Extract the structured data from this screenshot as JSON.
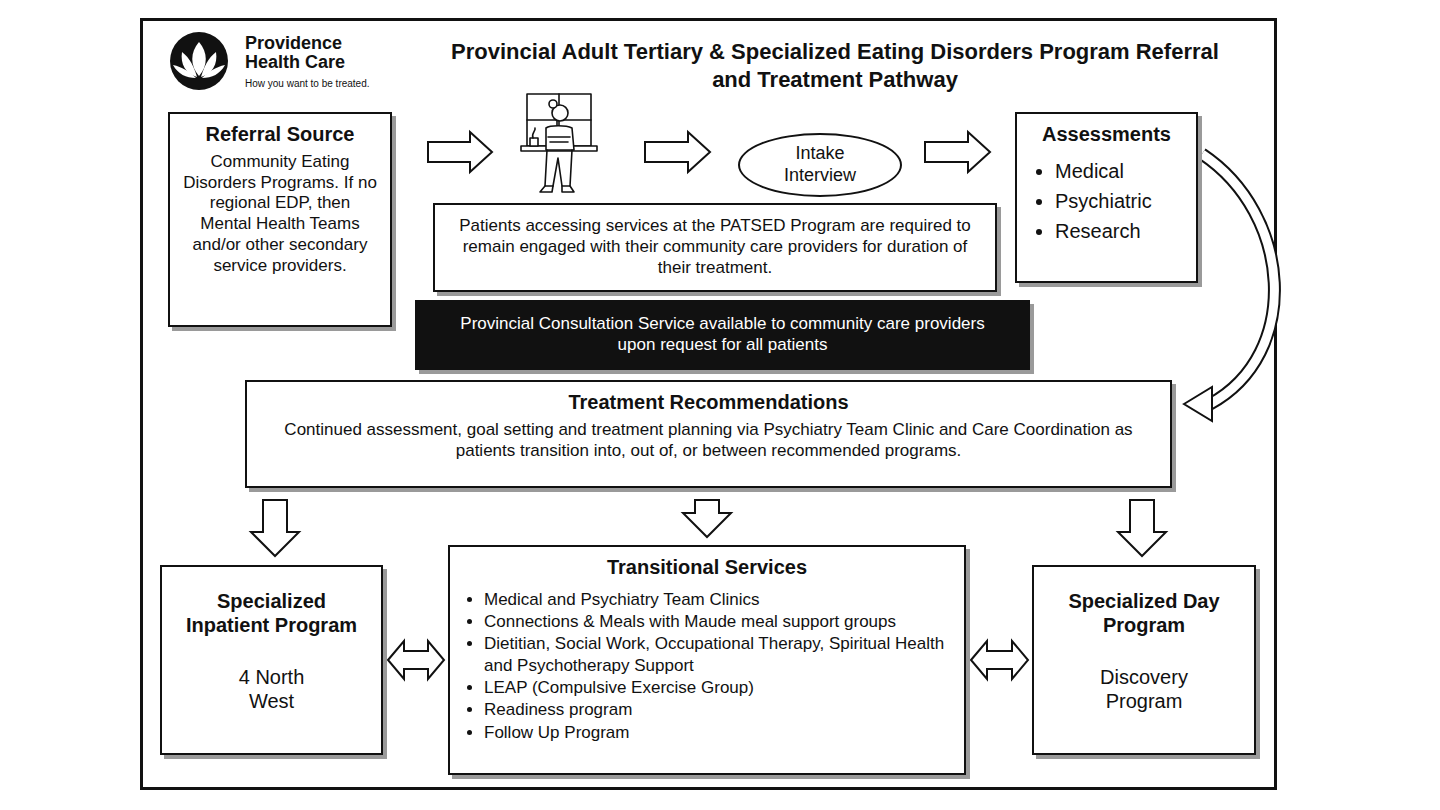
{
  "diagram": {
    "title": "Provincial Adult Tertiary & Specialized Eating Disorders Program Referral and Treatment Pathway",
    "nodes": [
      {
        "text": [
          "Referral Source",
          "Community Eating Disorders Programs. If no regional EDP, then Mental Health Teams and/or other secondary service providers."
        ]
      },
      {
        "text": [
          "Intake Interview"
        ]
      },
      {
        "text": [
          "Assessments",
          "Medical",
          "Psychiatric",
          "Research"
        ]
      },
      {
        "text": [
          "Patients accessing services at the PATSED Program are required to remain engaged with their community care providers for duration of their treatment."
        ]
      },
      {
        "text": [
          "Provincial Consultation Service available to community care providers upon request for all patients"
        ]
      },
      {
        "text": [
          "Treatment Recommendations",
          "Continued assessment, goal setting and treatment planning via Psychiatry Team Clinic and Care Coordination as patients transition into, out of, or between recommended programs."
        ]
      },
      {
        "text": [
          "Specialized Inpatient Program",
          "4 North West"
        ]
      },
      {
        "text": [
          "Transitional Services",
          "Medical and Psychiatry Team Clinics",
          "Connections & Meals with Maude meal support groups",
          "Dietitian, Social Work, Occupational Therapy, Spiritual Health and Psychotherapy Support",
          "LEAP (Compulsive Exercise Group)",
          "Readiness program",
          "Follow Up Program"
        ]
      },
      {
        "text": [
          "Specialized Day Program",
          "Discovery Program"
        ]
      }
    ],
    "edges": [
      {
        "from": 0,
        "to": 1,
        "arrow": "to"
      },
      {
        "from": 1,
        "to": 2,
        "arrow": "to"
      },
      {
        "from": 2,
        "to": 5,
        "arrow": "to"
      },
      {
        "from": 5,
        "to": 6,
        "arrow": "to"
      },
      {
        "from": 5,
        "to": 7,
        "arrow": "to"
      },
      {
        "from": 5,
        "to": 8,
        "arrow": "to"
      },
      {
        "from": 6,
        "to": 7,
        "arrow": "both"
      },
      {
        "from": 7,
        "to": 8,
        "arrow": "both"
      }
    ],
    "labels": [
      "Providence Health Care",
      "How you want to be treated."
    ]
  }
}
